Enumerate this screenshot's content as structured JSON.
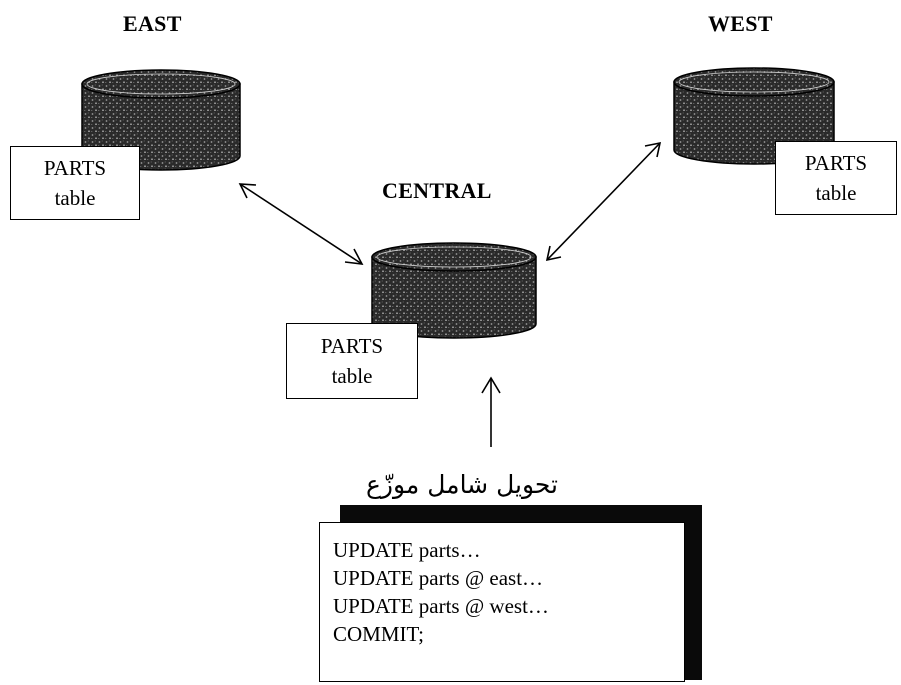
{
  "sites": {
    "east": {
      "title": "EAST",
      "table": {
        "name": "PARTS",
        "label": "table"
      }
    },
    "west": {
      "title": "WEST",
      "table": {
        "name": "PARTS",
        "label": "table"
      }
    },
    "central": {
      "title": "CENTRAL",
      "table": {
        "name": "PARTS",
        "label": "table"
      }
    }
  },
  "transaction": {
    "caption": "تحويل شامل موزّع",
    "statements": [
      "UPDATE parts…",
      "UPDATE parts @ east…",
      "UPDATE parts @ west…",
      "COMMIT;"
    ]
  },
  "colors": {
    "database": "#2a2a2a",
    "speckle": "#9a9a9a",
    "line": "#000000"
  }
}
